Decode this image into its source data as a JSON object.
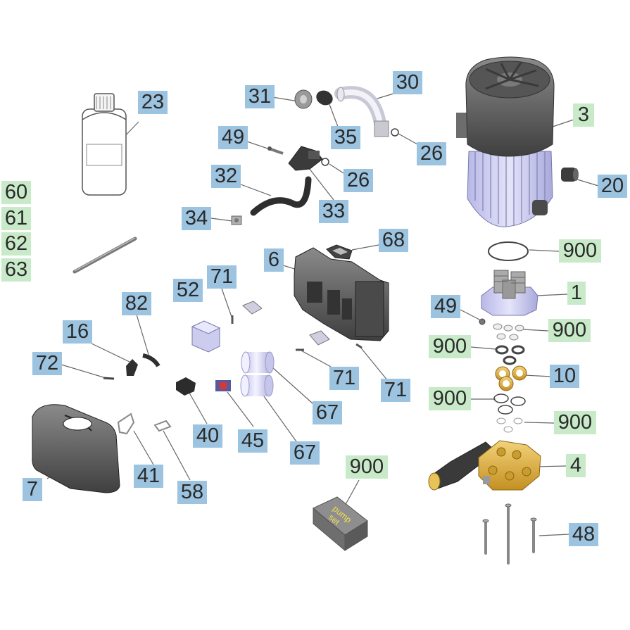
{
  "colors": {
    "blue_label": "#9cc3df",
    "green_label": "#c9eac9",
    "leader": "#666666"
  },
  "labels": {
    "l23": "23",
    "l31": "31",
    "l30": "30",
    "l3": "3",
    "l49a": "49",
    "l35": "35",
    "l26a": "26",
    "l32": "32",
    "l26b": "26",
    "l20": "20",
    "l60": "60",
    "l61": "61",
    "l62": "62",
    "l63": "63",
    "l34": "34",
    "l33": "33",
    "l68": "68",
    "l900a": "900",
    "l6": "6",
    "l71a": "71",
    "l82": "82",
    "l52": "52",
    "l1": "1",
    "l49b": "49",
    "l900b": "900",
    "l16": "16",
    "l900c": "900",
    "l72": "72",
    "l71b": "71",
    "l10": "10",
    "l71c": "71",
    "l900d": "900",
    "l900e": "900",
    "l67a": "67",
    "l40": "40",
    "l45": "45",
    "l67b": "67",
    "l4": "4",
    "l41": "41",
    "l7": "7",
    "l58": "58",
    "l900f": "900",
    "l48": "48"
  },
  "box_text": [
    "pump",
    "set"
  ]
}
